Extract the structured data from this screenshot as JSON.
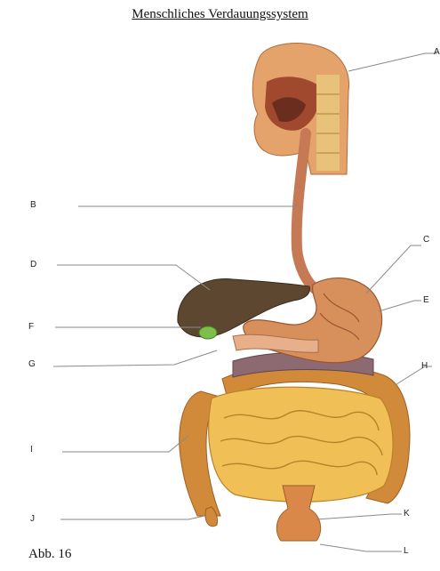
{
  "title": "Menschliches Verdauungssystem",
  "caption": "Abb. 16",
  "labels": {
    "A": "A",
    "B": "B",
    "C": "C",
    "D": "D",
    "E": "E",
    "F": "F",
    "G": "G",
    "H": "H",
    "I": "I",
    "J": "J",
    "K": "K",
    "L": "L"
  },
  "colors": {
    "skin": "#e3a36a",
    "tissue": "#c8784c",
    "esophagus": "#c57a55",
    "liver": "#5e4731",
    "gallbladder": "#7cc04a",
    "stomach": "#d7905b",
    "large_intestine": "#d18a3a",
    "small_intestine": "#f0bf55",
    "colon_band": "#8d6a72",
    "rectum": "#d9884a"
  }
}
